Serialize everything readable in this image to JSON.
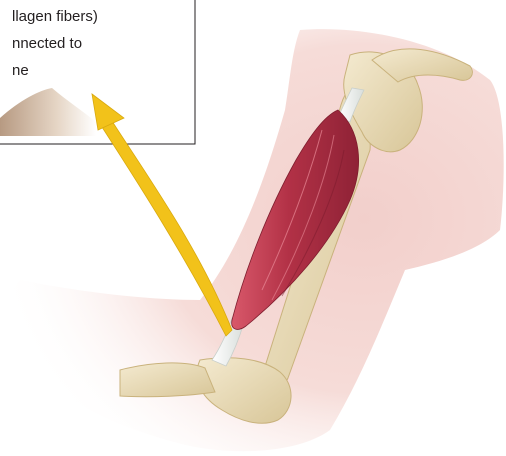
{
  "callout": {
    "line1": "llagen fibers)",
    "line2": "nnected to",
    "line3": "ne"
  },
  "colors": {
    "arrow": "#f2c21a",
    "muscle": "#b8364a",
    "bone": "#e9dbb4",
    "skin": "#f3d3cf",
    "tendon": "#eef0ee"
  }
}
